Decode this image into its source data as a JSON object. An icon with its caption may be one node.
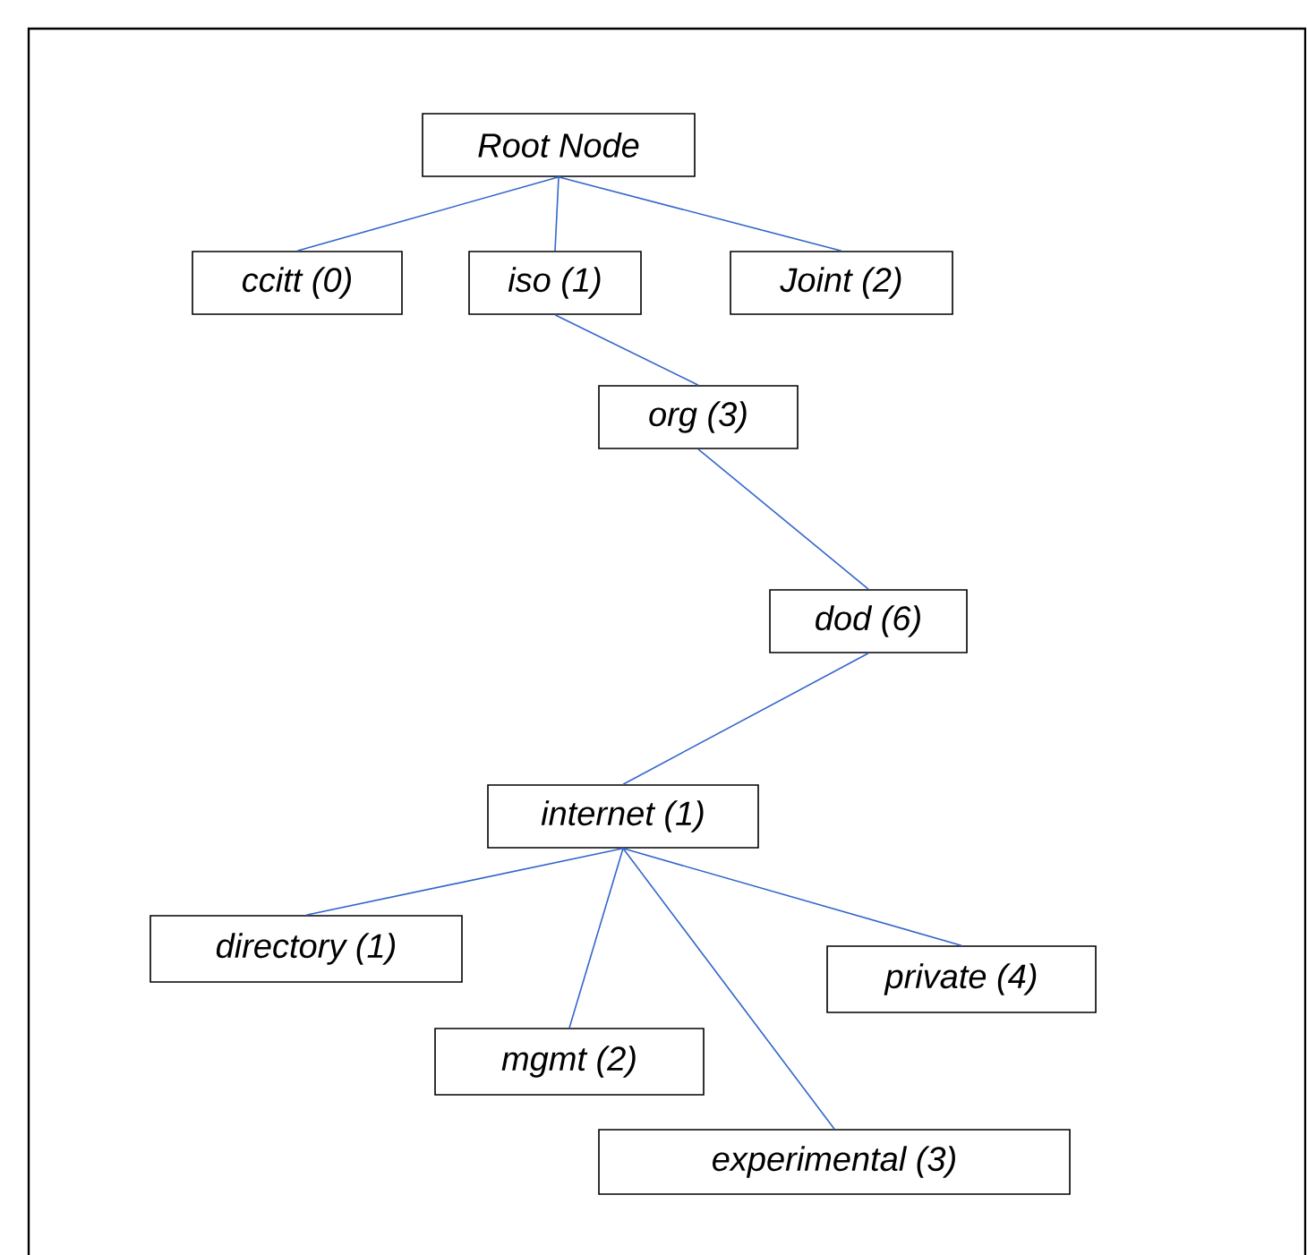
{
  "diagram": {
    "nodes": [
      {
        "text": [
          "Root Node"
        ]
      },
      {
        "text": [
          "ccitt (0)"
        ]
      },
      {
        "text": [
          "iso (1)"
        ]
      },
      {
        "text": [
          "Joint (2)"
        ]
      },
      {
        "text": [
          "org (3)"
        ]
      },
      {
        "text": [
          "dod (6)"
        ]
      },
      {
        "text": [
          "internet (1)"
        ]
      },
      {
        "text": [
          "directory (1)"
        ]
      },
      {
        "text": [
          "private (4)"
        ]
      },
      {
        "text": [
          "mgmt (2)"
        ]
      },
      {
        "text": [
          "experimental (3)"
        ]
      }
    ],
    "edges": [
      {
        "from": 0,
        "to": 1,
        "arrow": "none"
      },
      {
        "from": 0,
        "to": 2,
        "arrow": "none"
      },
      {
        "from": 0,
        "to": 3,
        "arrow": "none"
      },
      {
        "from": 2,
        "to": 4,
        "arrow": "none"
      },
      {
        "from": 4,
        "to": 5,
        "arrow": "none"
      },
      {
        "from": 5,
        "to": 6,
        "arrow": "none"
      },
      {
        "from": 6,
        "to": 7,
        "arrow": "none"
      },
      {
        "from": 6,
        "to": 8,
        "arrow": "none"
      },
      {
        "from": 6,
        "to": 9,
        "arrow": "none"
      },
      {
        "from": 6,
        "to": 10,
        "arrow": "none"
      }
    ]
  }
}
